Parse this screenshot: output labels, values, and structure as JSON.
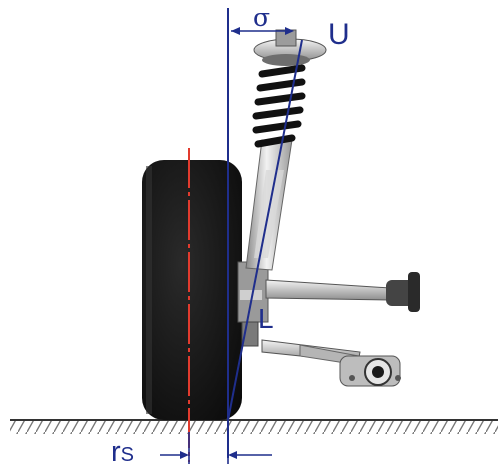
{
  "labels": {
    "sigma": "σ",
    "upper_point": "U",
    "lower_point": "L",
    "scrub_radius_main": "r",
    "scrub_radius_sub": "S"
  },
  "colors": {
    "annotation": "#1f2e8c",
    "tire_centerline": "#e23b2e",
    "tire": "#111111",
    "ground_hatch": "#777777"
  }
}
